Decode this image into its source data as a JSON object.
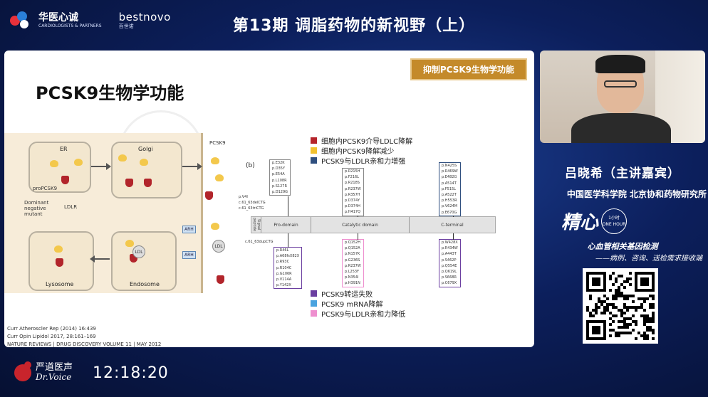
{
  "header": {
    "logo1_cn": "华医心诚",
    "logo1_en": "CARDIOLOGISTS & PARTNERS",
    "logo2_en": "bestnovo",
    "logo2_cn": "百世诺",
    "title": "第13期 调脂药物的新视野（上）"
  },
  "slide": {
    "tag": "抑制PCSK9生物学功能",
    "title": "PCSK9生物学功能",
    "panel_a": {
      "er": "ER",
      "golgi": "Golgi",
      "pcsk9": "PCSK9",
      "propcsk9": "proPCSK9",
      "ldlr": "LDLR",
      "dominant": "Dominant negative mutant",
      "lysosome": "Lysosome",
      "endosome": "Endosome",
      "arh1": "ARH",
      "arh2": "ARH",
      "ldl1": "LDL",
      "ldl2": "LDL"
    },
    "panel_b_label": "(b)",
    "legend_top": [
      {
        "label": "细胞内PCSK9介导LDLC降解",
        "color": "#b5242b"
      },
      {
        "label": "细胞内PCSK9降解减少",
        "color": "#f2c230"
      },
      {
        "label": "PCSK9与LDLR亲和力增强",
        "color": "#2f4f7f"
      }
    ],
    "legend_bottom": [
      {
        "label": "PCSK9转运失败",
        "color": "#6b3fa0"
      },
      {
        "label": "PCSK9 mRNA降解",
        "color": "#4aa3df"
      },
      {
        "label": "PCSK9与LDLR亲和力降低",
        "color": "#ee8fcf"
      }
    ],
    "domains": {
      "signal": "Signal peptide",
      "pro": "Pro-domain",
      "catalytic": "Catalytic domain",
      "cterm": "C-terminal"
    },
    "mutations": {
      "top_pro": [
        "p.E32K",
        "p.D35Y",
        "p.E54A",
        "p.L108R",
        "p.S127R",
        "p.D129G"
      ],
      "left_pro": [
        "p.V4I",
        "c.61_63delCTG",
        "c.61_63triCTG"
      ],
      "top_cat": [
        "p.R215H",
        "p.F216L",
        "p.R218S",
        "p.R237W",
        "p.R357H",
        "p.D374Y",
        "p.D374H",
        "p.H417Q"
      ],
      "top_cterm": [
        "p.N425S",
        "p.R469W",
        "p.E482G",
        "p.A514T",
        "p.F515L",
        "p.A522T",
        "p.H553R",
        "p.V624M",
        "p.E670G"
      ],
      "dup": "c.61_63dupCTG",
      "bottom_pro": [
        "p.R46L",
        "p.A68fsX82X",
        "p.R93C",
        "p.R104C",
        "p.G106R",
        "p.V114A",
        "p.Y142X"
      ],
      "bottom_cat": [
        "p.Q152H",
        "p.Q152A",
        "p.N157K",
        "p.G236S",
        "p.R237W",
        "p.L253F",
        "p.N354I",
        "p.H391N"
      ],
      "bottom_cterm": [
        "p.W428X",
        "p.R434W",
        "p.A443T",
        "p.S462P",
        "p.Q554E",
        "p.Q619L",
        "p.S668R",
        "p.C679X"
      ]
    },
    "refs": [
      "Curr Atheroscler Rep (2014) 16:439",
      "Curr Opin Lipidol 2017, 28:161–169",
      "NATURE REVIEWS | DRUG DISCOVERY VOLUME 11 | MAY 2012"
    ]
  },
  "speaker": {
    "name": "吕晓希（主讲嘉宾）",
    "org": "中国医学科学院 北京协和药物研究所"
  },
  "promo": {
    "logo_calli": "精心",
    "logo_circle_top": "1小时",
    "logo_circle_bottom": "ONE HOUR",
    "line1": "心血管相关基因检测",
    "line2": "——病例、咨询、送检需求接收端"
  },
  "footer": {
    "brand_cn": "严道医声",
    "brand_en": "Dr.Voice",
    "time": "12:18:20"
  }
}
